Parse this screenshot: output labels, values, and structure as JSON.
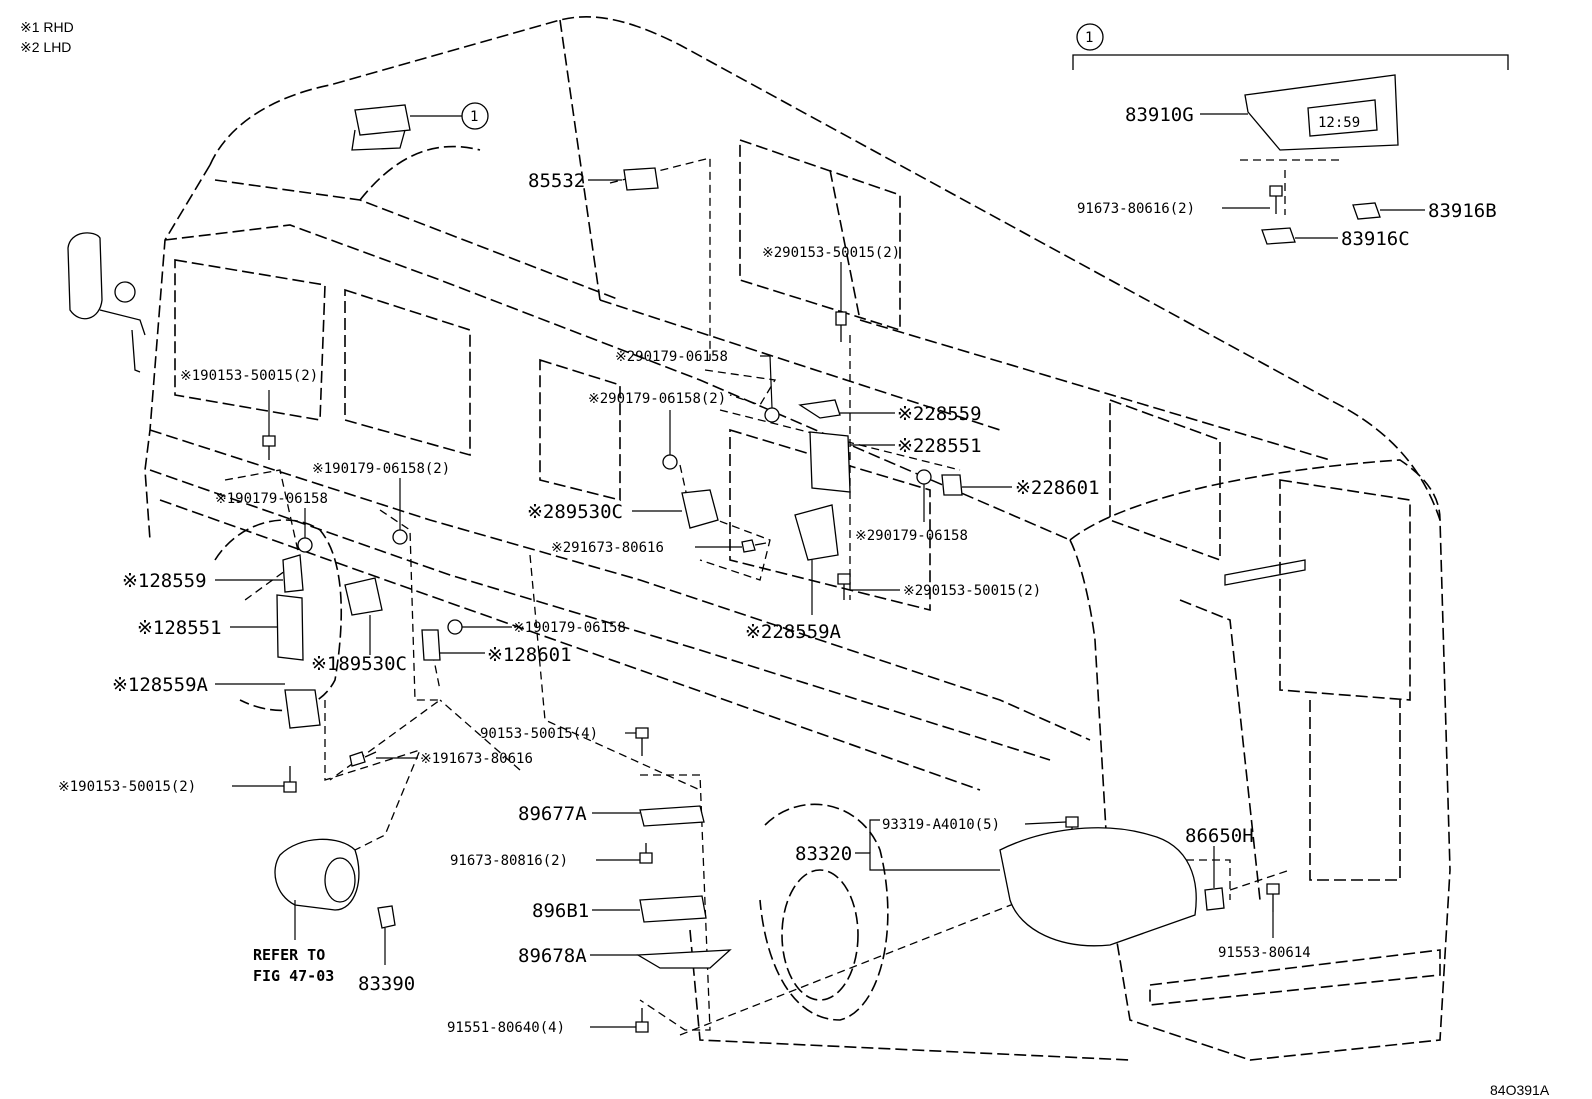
{
  "legend": [
    "※1 RHD",
    "※2 LHD"
  ],
  "figure_id": "84O391A",
  "callout": "1",
  "parts": [
    {
      "id": "p01",
      "text": "85532"
    },
    {
      "id": "p02",
      "text": "※290153-50015(2)"
    },
    {
      "id": "p03",
      "text": "※290179-06158"
    },
    {
      "id": "p04",
      "text": "※290179-06158(2)"
    },
    {
      "id": "p05",
      "text": "※228559"
    },
    {
      "id": "p06",
      "text": "※228551"
    },
    {
      "id": "p07",
      "text": "※228601"
    },
    {
      "id": "p08",
      "text": "※289530C"
    },
    {
      "id": "p09",
      "text": "※291673-80616"
    },
    {
      "id": "p10",
      "text": "※290179-06158"
    },
    {
      "id": "p11",
      "text": "※290153-50015(2)"
    },
    {
      "id": "p12",
      "text": "※228559A"
    },
    {
      "id": "p13",
      "text": "※190153-50015(2)"
    },
    {
      "id": "p14",
      "text": "※190179-06158(2)"
    },
    {
      "id": "p15",
      "text": "※190179-06158"
    },
    {
      "id": "p16",
      "text": "※128559"
    },
    {
      "id": "p17",
      "text": "※128551"
    },
    {
      "id": "p18",
      "text": "※190179-06158"
    },
    {
      "id": "p19",
      "text": "※128601"
    },
    {
      "id": "p20",
      "text": "※189530C"
    },
    {
      "id": "p21",
      "text": "※128559A"
    },
    {
      "id": "p22",
      "text": "90153-50015(4)"
    },
    {
      "id": "p23",
      "text": "※191673-80616"
    },
    {
      "id": "p24",
      "text": "※190153-50015(2)"
    },
    {
      "id": "p25",
      "text": "89677A"
    },
    {
      "id": "p26",
      "text": "91673-80816(2)"
    },
    {
      "id": "p27",
      "text": "896B1"
    },
    {
      "id": "p28",
      "text": "89678A"
    },
    {
      "id": "p29",
      "text": "91551-80640(4)"
    },
    {
      "id": "p30",
      "text": "83390"
    },
    {
      "id": "p31",
      "text": "93319-A4010(5)"
    },
    {
      "id": "p32",
      "text": "83320"
    },
    {
      "id": "p33",
      "text": "86650H"
    },
    {
      "id": "p34",
      "text": "91553-80614"
    },
    {
      "id": "p35",
      "text": "83910G"
    },
    {
      "id": "p36",
      "text": "91673-80616(2)"
    },
    {
      "id": "p37",
      "text": "83916B"
    },
    {
      "id": "p38",
      "text": "83916C"
    }
  ],
  "refer_to": [
    "REFER TO",
    "FIG 47-03"
  ],
  "clock_display": "12:59"
}
